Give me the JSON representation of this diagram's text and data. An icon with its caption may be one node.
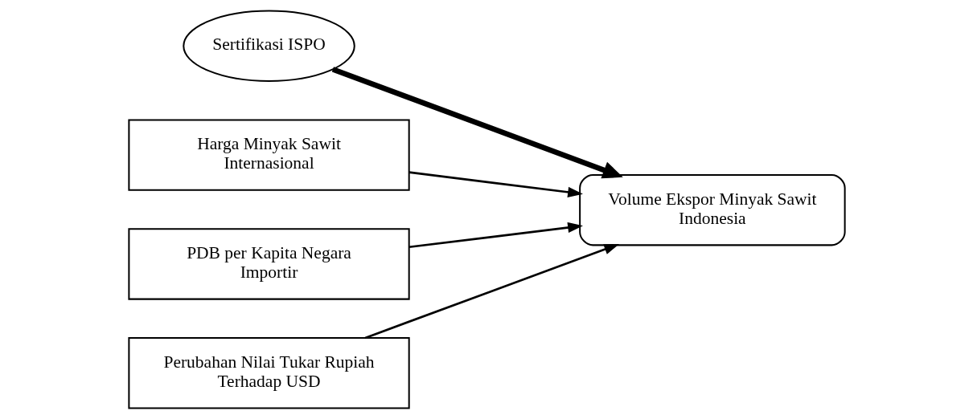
{
  "diagram": {
    "nodes": [
      {
        "text": [
          "Sertifikasi ISPO"
        ]
      },
      {
        "text": [
          "Harga Minyak Sawit Internasional"
        ]
      },
      {
        "text": [
          "PDB per Kapita Negara Importir"
        ]
      },
      {
        "text": [
          "Perubahan Nilai Tukar Rupiah Terhadap USD"
        ]
      },
      {
        "text": [
          "Volume Ekspor Minyak Sawit Indonesia"
        ]
      }
    ],
    "edges": [
      {
        "from": 1,
        "to": 4,
        "arrow": "to"
      },
      {
        "from": 2,
        "to": 4,
        "arrow": "to"
      },
      {
        "from": 3,
        "to": 4,
        "arrow": "to"
      },
      {
        "from": 0,
        "to": 4,
        "arrow": "to",
        "style": "thick"
      }
    ]
  }
}
